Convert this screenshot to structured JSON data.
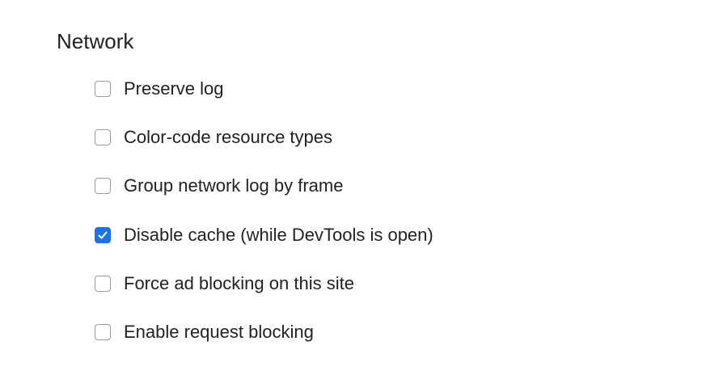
{
  "section": {
    "title": "Network"
  },
  "options": [
    {
      "label": "Preserve log",
      "checked": false
    },
    {
      "label": "Color-code resource types",
      "checked": false
    },
    {
      "label": "Group network log by frame",
      "checked": false
    },
    {
      "label": "Disable cache (while DevTools is open)",
      "checked": true
    },
    {
      "label": "Force ad blocking on this site",
      "checked": false
    },
    {
      "label": "Enable request blocking",
      "checked": false
    }
  ],
  "colors": {
    "accent": "#1a73e8",
    "text": "#222222",
    "checkbox_border": "#9b9b9b",
    "background": "#ffffff"
  },
  "icons": {
    "check": "check-icon"
  }
}
